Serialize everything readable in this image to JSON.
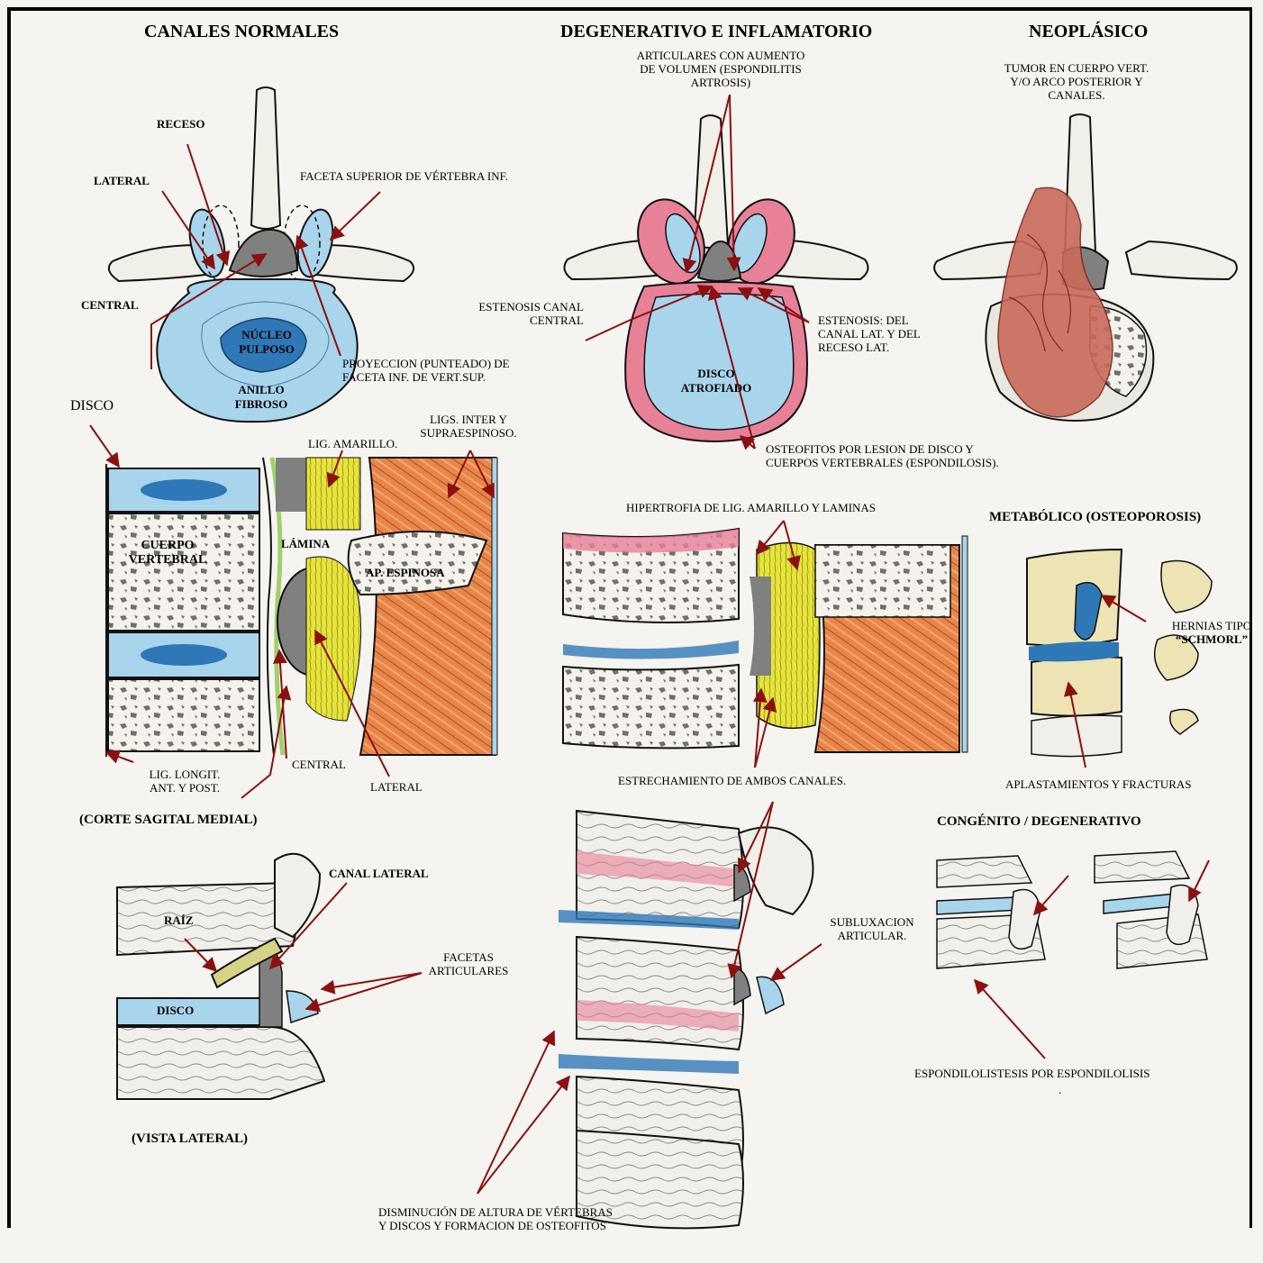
{
  "headings": {
    "normales": "CANALES  NORMALES",
    "degenerativo": "DEGENERATIVO E INFLAMATORIO",
    "neoplasico": "NEOPLÁSICO",
    "metabolico": "METABÓLICO (OSTEOPOROSIS)",
    "congenito": "CONGÉNITO  / DEGENERATIVO",
    "corte_sagital": "(CORTE SAGITAL MEDIAL)",
    "vista_lateral": "(VISTA LATERAL)"
  },
  "normales": {
    "receso": "RECESO",
    "lateral": "LATERAL",
    "central": "CENTRAL",
    "faceta_superior": "FACETA SUPERIOR DE VÉRTEBRA INF.",
    "proyeccion": [
      "PROYECCION (PUNTEADO) DE",
      "FACETA INF. DE VERT.SUP."
    ],
    "nucleo": [
      "NÚCLEO",
      "PULPOSO"
    ],
    "anillo": [
      "ANILLO",
      "FIBROSO"
    ]
  },
  "sagital": {
    "disco": "DISCO",
    "lig_amarillo": "LIG. AMARILLO.",
    "ligs_inter": [
      "LIGS. INTER Y",
      "SUPRAESPINOSO."
    ],
    "cuerpo": [
      "CUERPO",
      "VERTEBRAL"
    ],
    "lamina": "LÁMINA",
    "ap_espinosa": "AP. ESPINOSA",
    "central": "CENTRAL",
    "lateral": "LATERAL",
    "lig_longit": [
      "LIG. LONGIT.",
      "ANT. Y POST."
    ]
  },
  "vista": {
    "canal_lateral": "CANAL LATERAL",
    "raiz": "RAÍZ",
    "disco": "DISCO",
    "facetas": [
      "FACETAS",
      "ARTICULARES"
    ]
  },
  "degen": {
    "articulares": [
      "ARTICULARES CON AUMENTO",
      "DE  VOLUMEN (ESPONDILITIS",
      "ARTROSIS)"
    ],
    "estenosis_central": [
      "ESTENOSIS CANAL",
      "CENTRAL"
    ],
    "estenosis_lat": [
      "ESTENOSIS: DEL",
      "CANAL LAT. Y DEL",
      "RECESO LAT."
    ],
    "disco_atrofiado": [
      "DISCO",
      "ATROFIADO"
    ],
    "osteofitos": [
      "OSTEOFITOS POR LESION DE DISCO Y",
      "CUERPOS VERTEBRALES (ESPONDILOSIS)."
    ],
    "hipertrofia": "HIPERTROFIA DE LIG. AMARILLO Y LAMINAS",
    "estrechamiento": "ESTRECHAMIENTO DE AMBOS CANALES.",
    "subluxacion": [
      "SUBLUXACION",
      "ARTICULAR."
    ],
    "disminucion": [
      "DISMINUCIÓN DE ALTURA DE VÉRTEBRAS",
      "Y DISCOS Y FORMACION DE OSTEOFITOS"
    ]
  },
  "neo": {
    "tumor": [
      "TUMOR EN CUERPO VERT.",
      "Y/O ARCO  POSTERIOR Y",
      "CANALES."
    ]
  },
  "meta": {
    "hernias": [
      "HERNIAS TIPO",
      "“SCHMORL”"
    ],
    "aplastamientos": "APLASTAMIENTOS Y FRACTURAS"
  },
  "cong": {
    "espondilolistesis": "ESPONDILOLISTESIS POR ESPONDILOLISIS",
    "dot": "."
  },
  "colors": {
    "arrow": "#8b1010",
    "disc_blue": "#a8d4ec",
    "disc_dark": "#2f78b8",
    "ligament_yellow": "#e6e33c",
    "muscle_orange": "#e8864a",
    "inflamed_pink": "#e88098",
    "canal_gray": "#808080",
    "tumor_red": "#c86a5a"
  }
}
